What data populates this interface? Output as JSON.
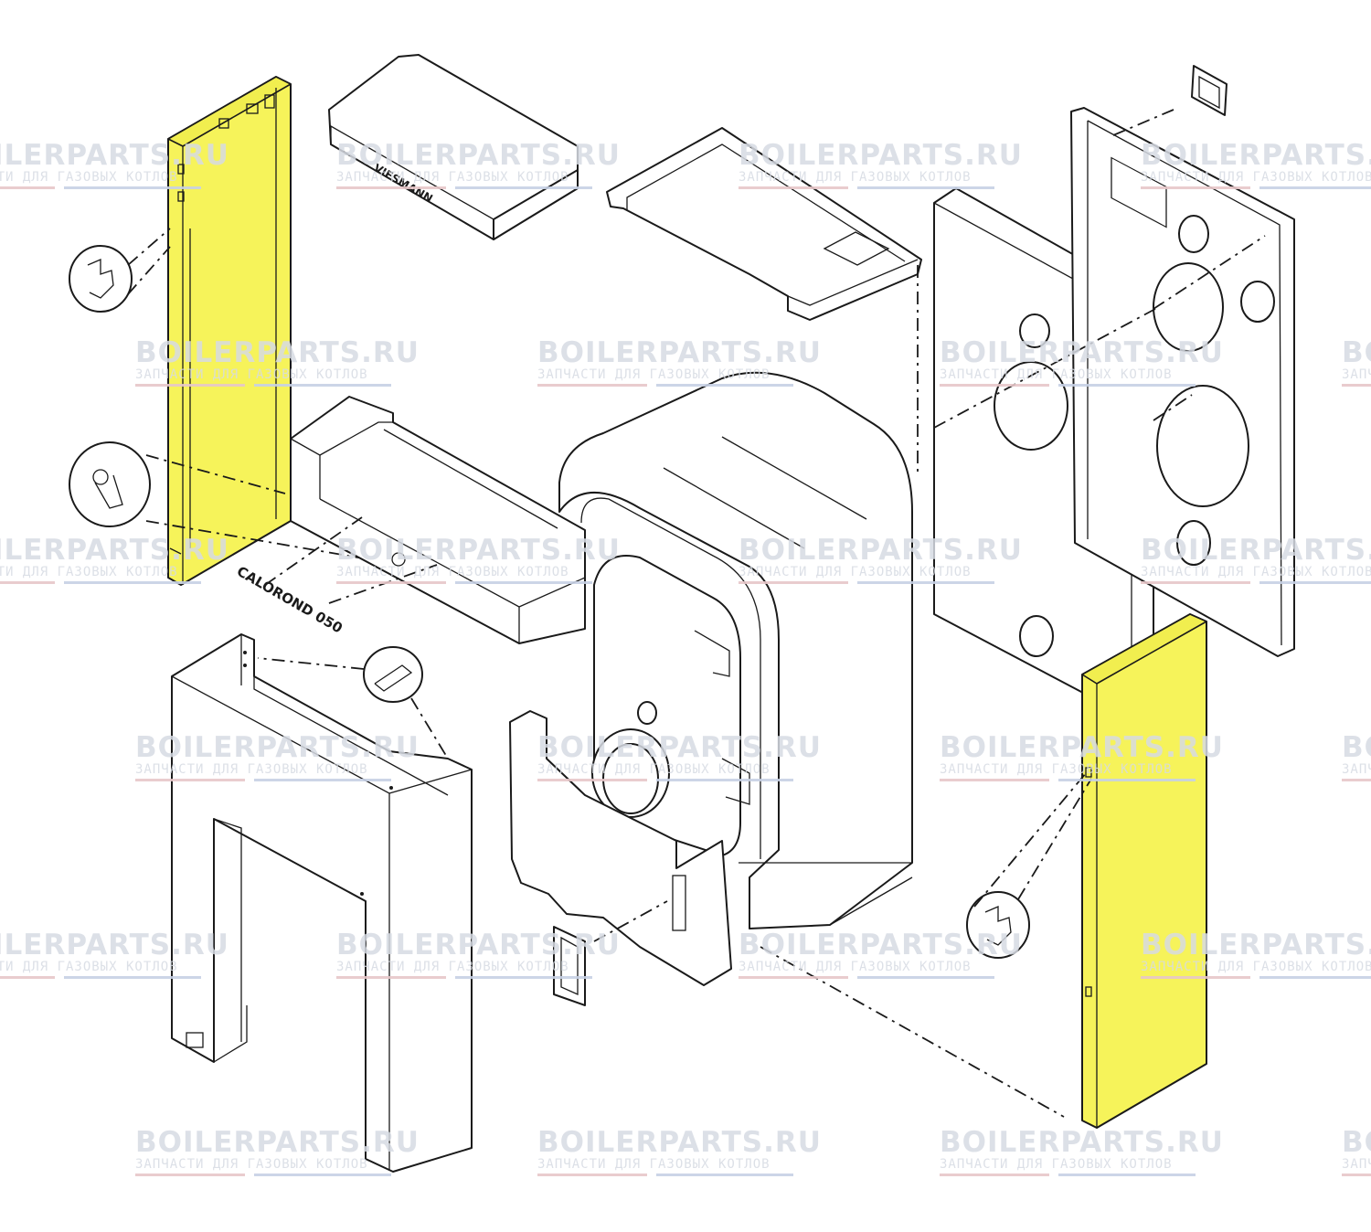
{
  "labels": {
    "model": "CALOROND 050",
    "brand": "VIESMANN"
  },
  "watermark": {
    "main": "BOILERPARTS.RU",
    "sub": "ЗАПЧАСТИ ДЛЯ ГАЗОВЫХ КОТЛОВ"
  },
  "colors": {
    "highlight": "#f6f35a",
    "line": "#1a1a1a",
    "watermark": "#d7dbe3"
  }
}
